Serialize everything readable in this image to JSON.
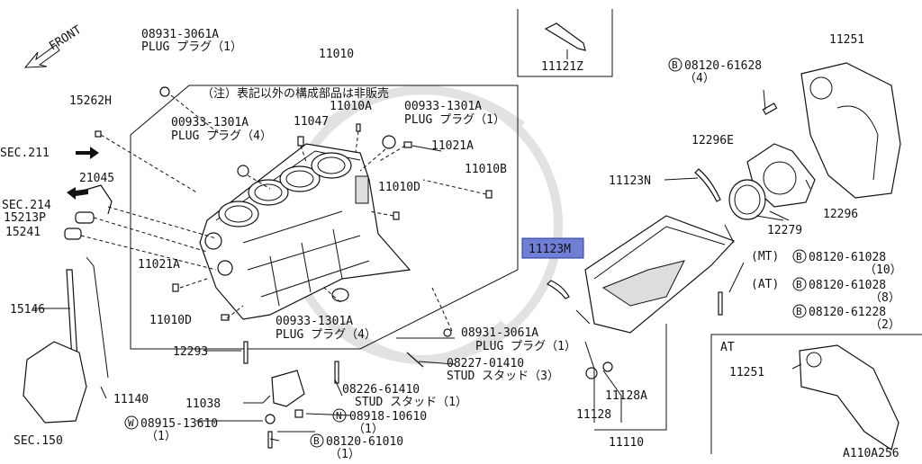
{
  "diagram": {
    "id": "A110A256",
    "front": "FRONT",
    "note": "（注）表記以外の構成部品は非販売",
    "inset_at": "AT",
    "labels": {
      "p08931_top": "08931-3061A",
      "p08931_top_name": "PLUG プラグ（1）",
      "p11010": "11010",
      "p15262H": "15262H",
      "p00933_a": "00933-1301A",
      "p00933_a_name": "PLUG プラグ（4）",
      "p11047": "11047",
      "p11010A": "11010A",
      "p00933_b": "00933-1301A",
      "p00933_b_name": "PLUG プラグ（1）",
      "p11021A_top": "11021A",
      "sec211": "SEC.211",
      "p21045": "21045",
      "p11010B": "11010B",
      "sec214": "SEC.214",
      "p15213P": "15213P",
      "p11010D": "11010D",
      "p15241": "15241",
      "p11021A_mid": "11021A",
      "p15146": "15146",
      "p11010D_low": "11010D",
      "p00933_c": "00933-1301A",
      "p00933_c_name": "PLUG プラグ（4）",
      "p12293": "12293",
      "p08931_low": "08931-3061A",
      "p08931_low_name": "PLUG プラグ（1）",
      "p08227": "08227-01410",
      "p08227_name": "STUD スタッド（3）",
      "p11140": "11140",
      "p08226": "08226-61410",
      "p08226_name": "STUD スタッド（1）",
      "p11038": "11038",
      "p08915": "08915-13610",
      "p08915_qty": "（1）",
      "p08918": "08918-10610",
      "p08918_qty": "（1）",
      "p08120_61010": "08120-61010",
      "p08120_61010_qty": "（1）",
      "sec150": "SEC.150",
      "p11121Z": "11121Z",
      "p11251_top": "11251",
      "p08120_61628": "08120-61628",
      "p08120_61628_qty": "（4）",
      "p12296E": "12296E",
      "p11123N": "11123N",
      "p12296": "12296",
      "p12279": "12279",
      "p11123M": "11123M",
      "mt": "(MT)",
      "p08120_61028_mt": "08120-61028",
      "p08120_61028_mt_qty": "（10）",
      "at_paren": "(AT)",
      "p08120_61028_at": "08120-61028",
      "p08120_61028_at_qty": "（8）",
      "p08120_61228": "08120-61228",
      "p08120_61228_qty": "（2）",
      "p11128A": "11128A",
      "p11128": "11128",
      "p11110": "11110",
      "p11251_at": "11251",
      "circle_b": "B",
      "circle_w": "W",
      "circle_n": "N"
    }
  }
}
